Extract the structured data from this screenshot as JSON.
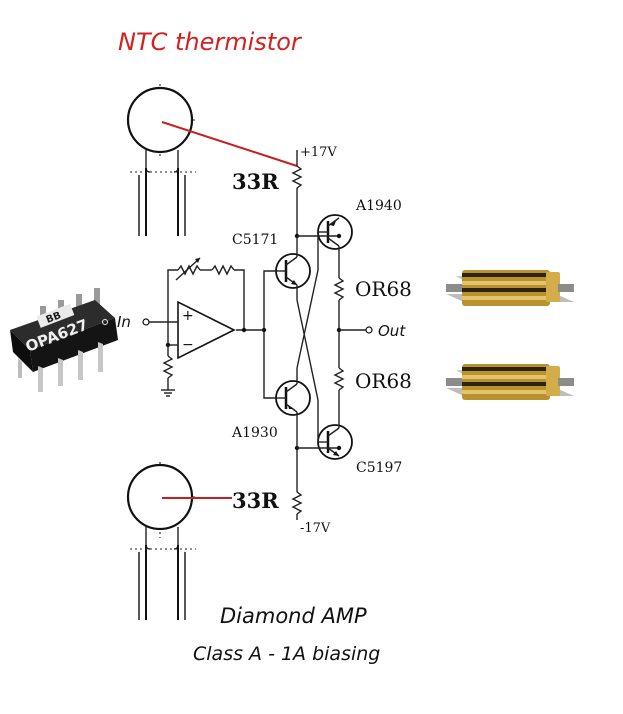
{
  "title": "NTC thermistor",
  "footer": {
    "line1": "Diamond AMP",
    "line2": "Class A - 1A biasing"
  },
  "labels": {
    "rail_pos": "+17V",
    "rail_neg": "-17V",
    "r_top": "33R",
    "r_bottom": "33R",
    "q_c5171": "C5171",
    "q_a1940": "A1940",
    "q_a1930": "A1930",
    "q_c5197": "C5197",
    "r_emitter_top": "OR68",
    "r_emitter_bottom": "OR68",
    "input": "In",
    "output": "Out",
    "opamp_plus": "+",
    "opamp_minus": "−",
    "chip_brand": "BB",
    "chip_part": "OPA627"
  },
  "colors": {
    "title": "#d62020",
    "sense_wire": "#c81e1e",
    "thermistor_fill": "#ffffff",
    "chip_body": "#1b1b1b",
    "resistor_gold": "#b8922e"
  }
}
